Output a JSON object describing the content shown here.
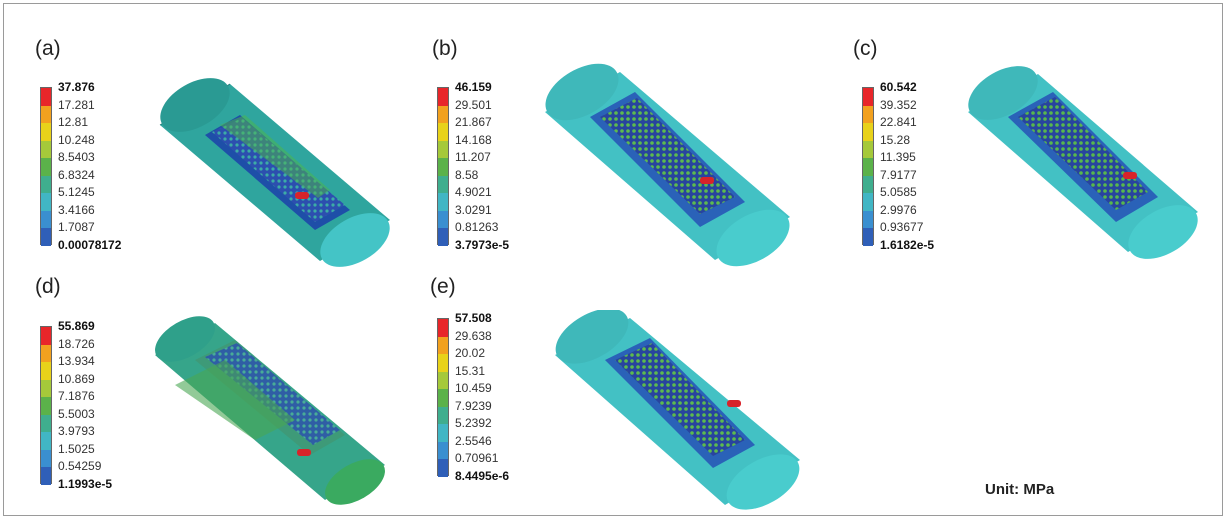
{
  "panels": [
    {
      "label": "(a)",
      "values": [
        "37.876",
        "17.281",
        "12.81",
        "10.248",
        "8.5403",
        "6.8324",
        "5.1245",
        "3.4166",
        "1.7087",
        "0.00078172"
      ]
    },
    {
      "label": "(b)",
      "values": [
        "46.159",
        "29.501",
        "21.867",
        "14.168",
        "11.207",
        "8.58",
        "4.9021",
        "3.0291",
        "0.81263",
        "3.7973e-5"
      ]
    },
    {
      "label": "(c)",
      "values": [
        "60.542",
        "39.352",
        "22.841",
        "15.28",
        "11.395",
        "7.9177",
        "5.0585",
        "2.9976",
        "0.93677",
        "1.6182e-5"
      ]
    },
    {
      "label": "(d)",
      "values": [
        "55.869",
        "18.726",
        "13.934",
        "10.869",
        "7.1876",
        "5.5003",
        "3.9793",
        "1.5025",
        "0.54259",
        "1.1993e-5"
      ]
    },
    {
      "label": "(e)",
      "values": [
        "57.508",
        "29.638",
        "20.02",
        "15.31",
        "10.459",
        "7.9239",
        "5.2392",
        "2.5546",
        "0.70961",
        "8.4495e-6"
      ]
    }
  ],
  "legend_colors": [
    "#e8262a",
    "#f2a11f",
    "#e8d21a",
    "#a5c93a",
    "#5bb24a",
    "#3fae8e",
    "#41b6c4",
    "#3a8fd0",
    "#2f5fb8"
  ],
  "unit_label": "Unit: MPa"
}
